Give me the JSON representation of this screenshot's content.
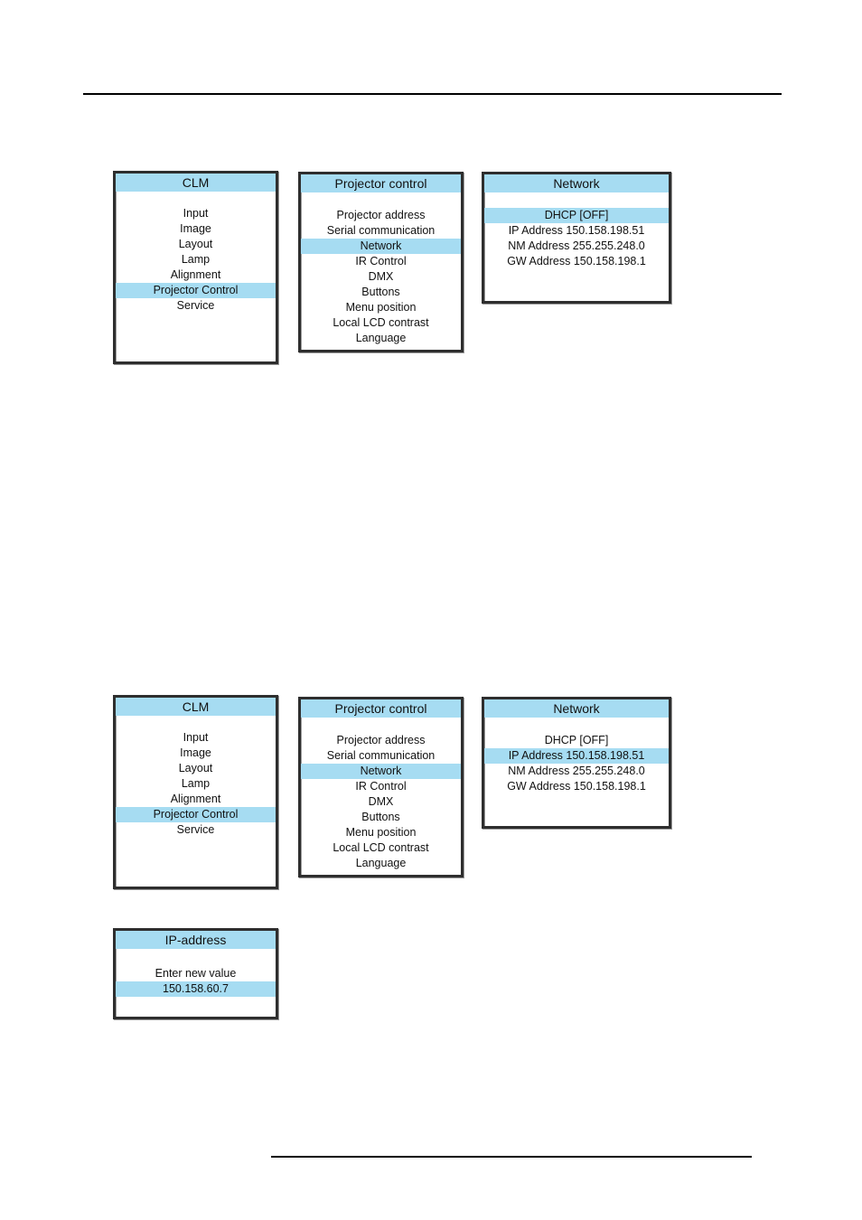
{
  "row1": {
    "clm": {
      "title": "CLM",
      "items": [
        "Input",
        "Image",
        "Layout",
        "Lamp",
        "Alignment",
        "Projector Control",
        "Service"
      ],
      "selected": 5
    },
    "projector": {
      "title": "Projector control",
      "items": [
        "Projector address",
        "Serial communication",
        "Network",
        "IR Control",
        "DMX",
        "Buttons",
        "Menu position",
        "Local LCD contrast",
        "Language"
      ],
      "selected": 2
    },
    "network": {
      "title": "Network",
      "items": [
        "DHCP [OFF]",
        "IP Address 150.158.198.51",
        "NM Address 255.255.248.0",
        "GW Address 150.158.198.1"
      ],
      "selected": 0
    }
  },
  "row2": {
    "clm": {
      "title": "CLM",
      "items": [
        "Input",
        "Image",
        "Layout",
        "Lamp",
        "Alignment",
        "Projector Control",
        "Service"
      ],
      "selected": 5
    },
    "projector": {
      "title": "Projector control",
      "items": [
        "Projector address",
        "Serial communication",
        "Network",
        "IR Control",
        "DMX",
        "Buttons",
        "Menu position",
        "Local LCD contrast",
        "Language"
      ],
      "selected": 2
    },
    "network": {
      "title": "Network",
      "items": [
        "DHCP [OFF]",
        "IP Address 150.158.198.51",
        "NM Address 255.255.248.0",
        "GW Address 150.158.198.1"
      ],
      "selected": 1
    }
  },
  "ip_dialog": {
    "title": "IP-address",
    "prompt": "Enter new value",
    "value": "150.158.60.7"
  },
  "colors": {
    "highlight": "#a6dcf2",
    "frame": "#2e2e2e"
  }
}
